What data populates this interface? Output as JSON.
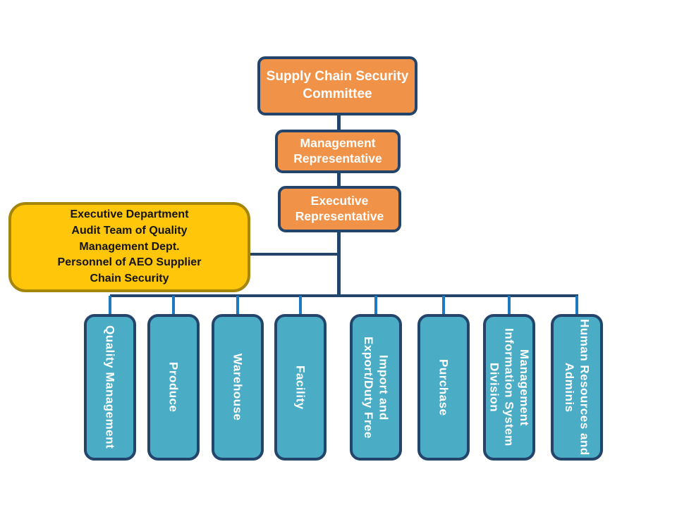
{
  "diagram_type": "organization-chart",
  "title_context": "AEO Supply Chain Security organization chart",
  "colors": {
    "orange_fill": "#F09248",
    "teal_fill": "#4BACC6",
    "yellow_fill": "#FFC60A",
    "yellow_border": "#A5860B",
    "box_border": "#24456B",
    "connector_dark": "#24456B",
    "connector_blue": "#1E79C0",
    "text_light": "#FFFFFF"
  },
  "org": {
    "root": {
      "label": "Supply Chain Security Committee"
    },
    "level2": {
      "label": "Management Representative"
    },
    "level3": {
      "label": "Executive Representative"
    },
    "side_note": {
      "text": "Executive Department\nAudit Team of Quality\nManagement Dept.\nPersonnel of AEO Supplier\nChain Security"
    },
    "departments": [
      {
        "label": "Quality Management"
      },
      {
        "label": "Produce"
      },
      {
        "label": "Warehouse"
      },
      {
        "label": "Facility"
      },
      {
        "label": "Import and\nExport/Duty Free"
      },
      {
        "label": "Purchase"
      },
      {
        "label": "Management\nInformation System\nDivision"
      },
      {
        "label": "Human Resources and\nAdminis"
      }
    ]
  }
}
